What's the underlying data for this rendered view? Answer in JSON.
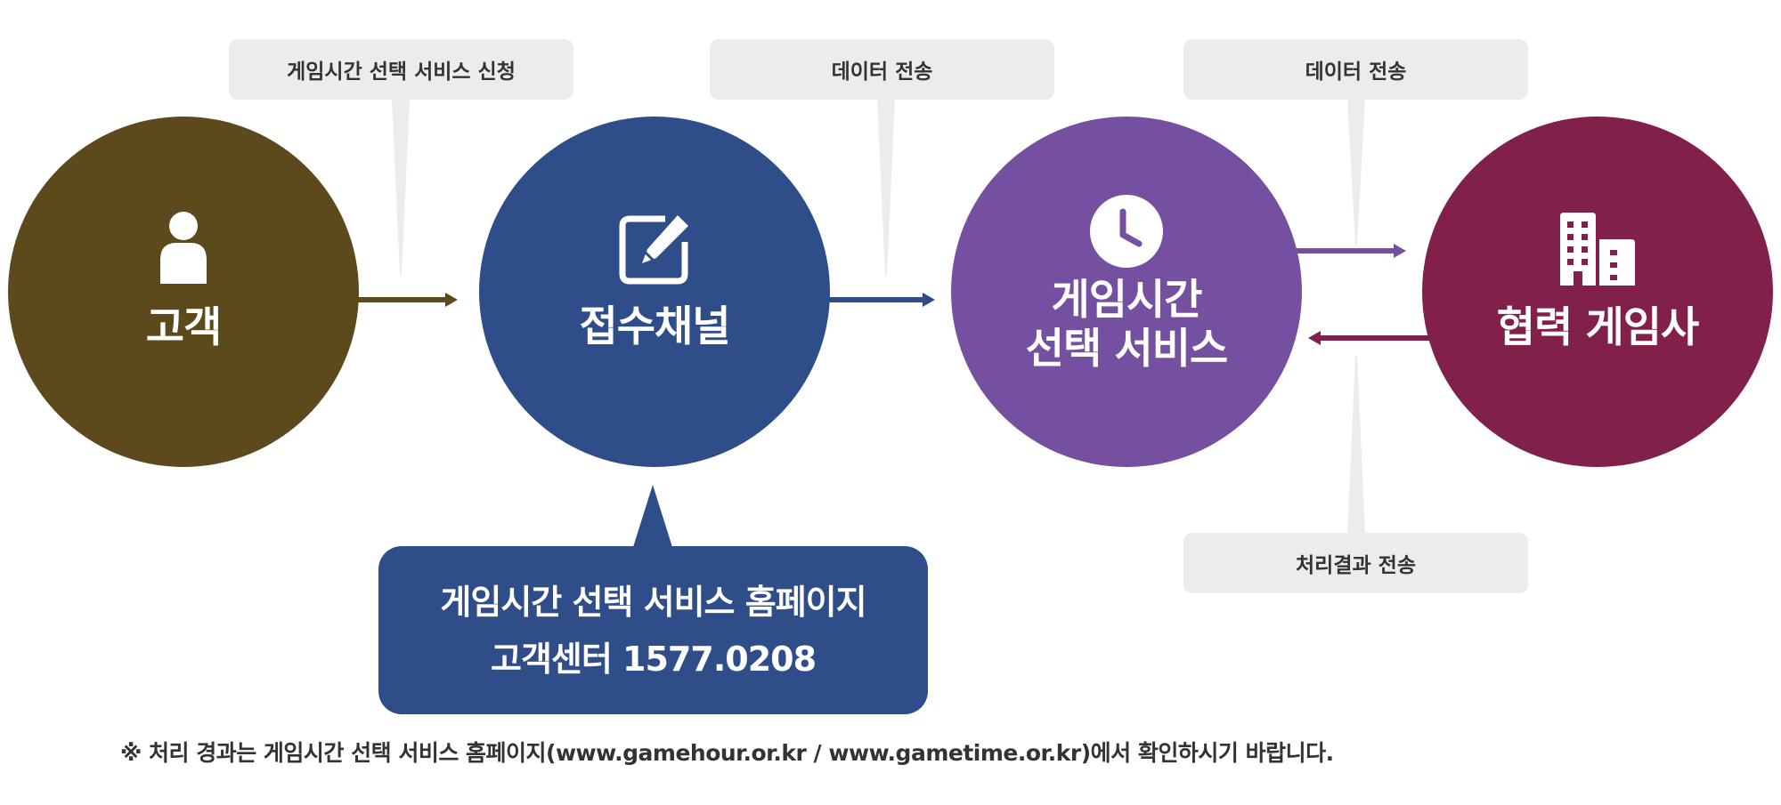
{
  "colors": {
    "customer": "#5c4a1c",
    "channel": "#2f4d89",
    "service": "#7550a1",
    "partner": "#81204a",
    "callout_bg": "#ececec",
    "callout_text": "#333333"
  },
  "nodes": {
    "customer": {
      "label": "고객",
      "icon": "person-icon"
    },
    "channel": {
      "label": "접수채널",
      "icon": "edit-icon"
    },
    "service": {
      "line1": "게임시간",
      "line2": "선택 서비스",
      "icon": "clock-icon"
    },
    "partner": {
      "label": "협력 게임사",
      "icon": "building-icon"
    }
  },
  "callouts": {
    "apply": "게임시간 선택 서비스 신청",
    "send1": "데이터 전송",
    "send2": "데이터 전송",
    "result": "처리결과 전송"
  },
  "info_box": {
    "line1": "게임시간 선택 서비스 홈페이지",
    "line2": "고객센터 1577.0208"
  },
  "footnote": "※ 처리 경과는 게임시간 선택 서비스 홈페이지(www.gamehour.or.kr / www.gametime.or.kr)에서 확인하시기 바랍니다."
}
